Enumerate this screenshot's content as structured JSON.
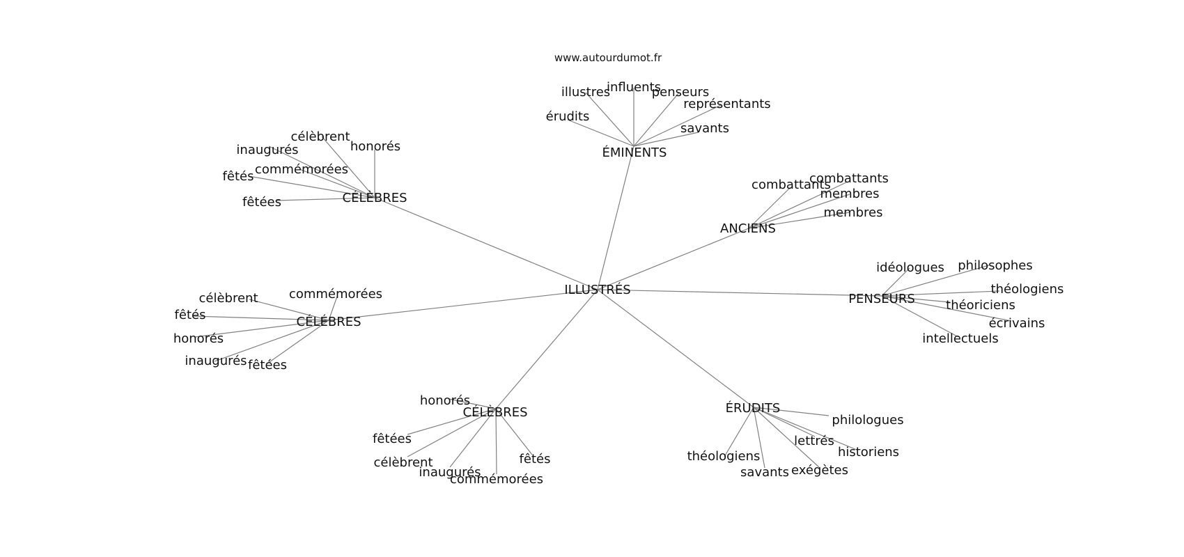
{
  "credit": "www.autourdumot.fr",
  "center": "ILLUSTRÉS",
  "clusters": [
    {
      "label": "ÉMINENTS",
      "leaves": [
        "érudits",
        "illustres",
        "influents",
        "penseurs",
        "représentants",
        "savants"
      ]
    },
    {
      "label": "CÉLÈBRES",
      "leaves": [
        "célèbrent",
        "honorés",
        "inaugurés",
        "commémorées",
        "fêtés",
        "fêtées"
      ]
    },
    {
      "label": "ANCIENS",
      "leaves": [
        "combattants",
        "combattants",
        "membres",
        "membres"
      ]
    },
    {
      "label": "CÉLÉBRES",
      "leaves": [
        "commémorées",
        "célèbrent",
        "fêtés",
        "honorés",
        "inaugurés",
        "fêtées"
      ]
    },
    {
      "label": "PENSEURS",
      "leaves": [
        "idéologues",
        "philosophes",
        "théologiens",
        "théoriciens",
        "écrivains",
        "intellectuels"
      ]
    },
    {
      "label": "CÉLÈBRES",
      "leaves": [
        "honorés",
        "fêtées",
        "célèbrent",
        "inaugurés",
        "commémorées",
        "fêtés"
      ]
    },
    {
      "label": "ÉRUDITS",
      "leaves": [
        "philologues",
        "lettrés",
        "historiens",
        "théologiens",
        "savants",
        "exégètes"
      ]
    }
  ]
}
